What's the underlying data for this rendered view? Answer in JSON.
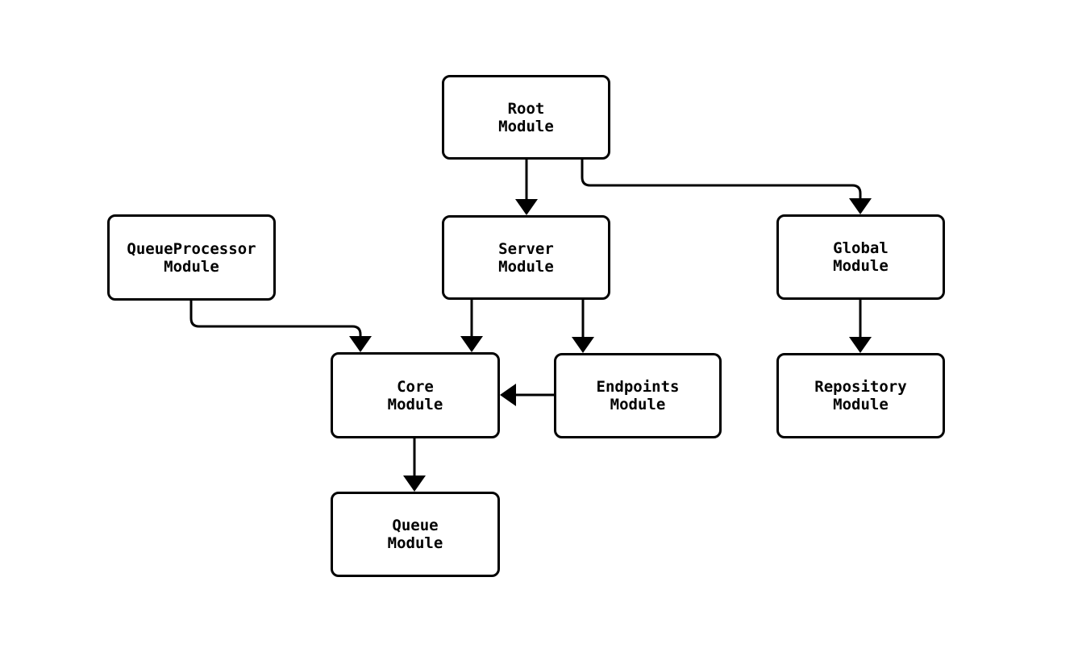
{
  "diagram": {
    "type": "flowchart",
    "direction": "top-down",
    "background_color": "#ffffff",
    "node_fill_color": "#ffffff",
    "node_border_color": "#000000",
    "edge_color": "#000000",
    "text_color": "#000000",
    "nodes": [
      {
        "id": "root",
        "label": "Root\nModule"
      },
      {
        "id": "queueprocessor",
        "label": "QueueProcessor\nModule"
      },
      {
        "id": "server",
        "label": "Server\nModule"
      },
      {
        "id": "global",
        "label": "Global\nModule"
      },
      {
        "id": "core",
        "label": "Core\nModule"
      },
      {
        "id": "endpoints",
        "label": "Endpoints\nModule"
      },
      {
        "id": "repository",
        "label": "Repository\nModule"
      },
      {
        "id": "queue",
        "label": "Queue\nModule"
      }
    ],
    "edges": [
      {
        "from": "root",
        "to": "server",
        "style": "arrow"
      },
      {
        "from": "root",
        "to": "global",
        "style": "arrow"
      },
      {
        "from": "queueprocessor",
        "to": "core",
        "style": "arrow"
      },
      {
        "from": "server",
        "to": "core",
        "style": "arrow"
      },
      {
        "from": "server",
        "to": "endpoints",
        "style": "arrow"
      },
      {
        "from": "endpoints",
        "to": "core",
        "style": "arrow"
      },
      {
        "from": "global",
        "to": "repository",
        "style": "arrow"
      },
      {
        "from": "core",
        "to": "queue",
        "style": "arrow"
      }
    ]
  }
}
